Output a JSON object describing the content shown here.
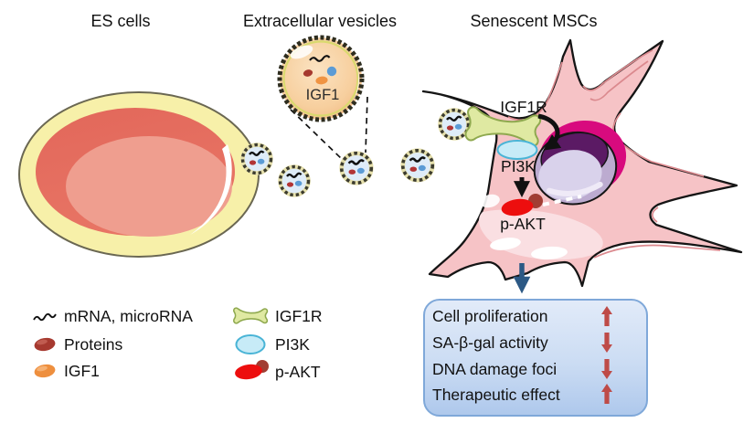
{
  "figure": {
    "title_es_cells": "ES cells",
    "title_vesicles": "Extracellular vesicles",
    "title_mscs": "Senescent MSCs"
  },
  "vesicle": {
    "cargo_label": "IGF1"
  },
  "pathway": {
    "receptor": "IGF1R",
    "kinase": "PI3K",
    "effector": "p-AKT"
  },
  "legend": {
    "items": [
      {
        "icon": "squiggle-icon",
        "label": "mRNA, microRNA"
      },
      {
        "icon": "protein-icon",
        "label": "Proteins"
      },
      {
        "icon": "igf1-icon",
        "label": "IGF1"
      },
      {
        "icon": "igf1r-icon",
        "label": "IGF1R"
      },
      {
        "icon": "pi3k-icon",
        "label": "PI3K"
      },
      {
        "icon": "pakt-icon",
        "label": "p-AKT"
      }
    ]
  },
  "outcomes": [
    {
      "label": "Cell proliferation",
      "direction": "up"
    },
    {
      "label": "SA-β-gal activity",
      "direction": "down"
    },
    {
      "label": "DNA damage foci",
      "direction": "down"
    },
    {
      "label": "Therapeutic effect",
      "direction": "up"
    }
  ],
  "colors": {
    "outcome_arrow": "#BE4B48",
    "flow_arrow_blue": "#2C5985",
    "outcome_box_border": "#7FA8D9",
    "outcome_box_top": "#E2EBF9",
    "outcome_box_bottom": "#AEC8EC",
    "es_cell_outer": "#F7F0A9",
    "es_cell_inner": "#E36A5C",
    "msc_body": "#F6C3C6",
    "vesicle_fill": "#DFECF8",
    "igf1r_fill": "#DFE9A2",
    "pi3k_fill": "#C7EBF7",
    "pakt_red": "#ED0E0E",
    "igf1_orange": "#F09443",
    "protein_dark_red": "#A6392F",
    "nucleus_dark_purple": "#5B1A64",
    "nucleus_magenta": "#D80A7E"
  }
}
